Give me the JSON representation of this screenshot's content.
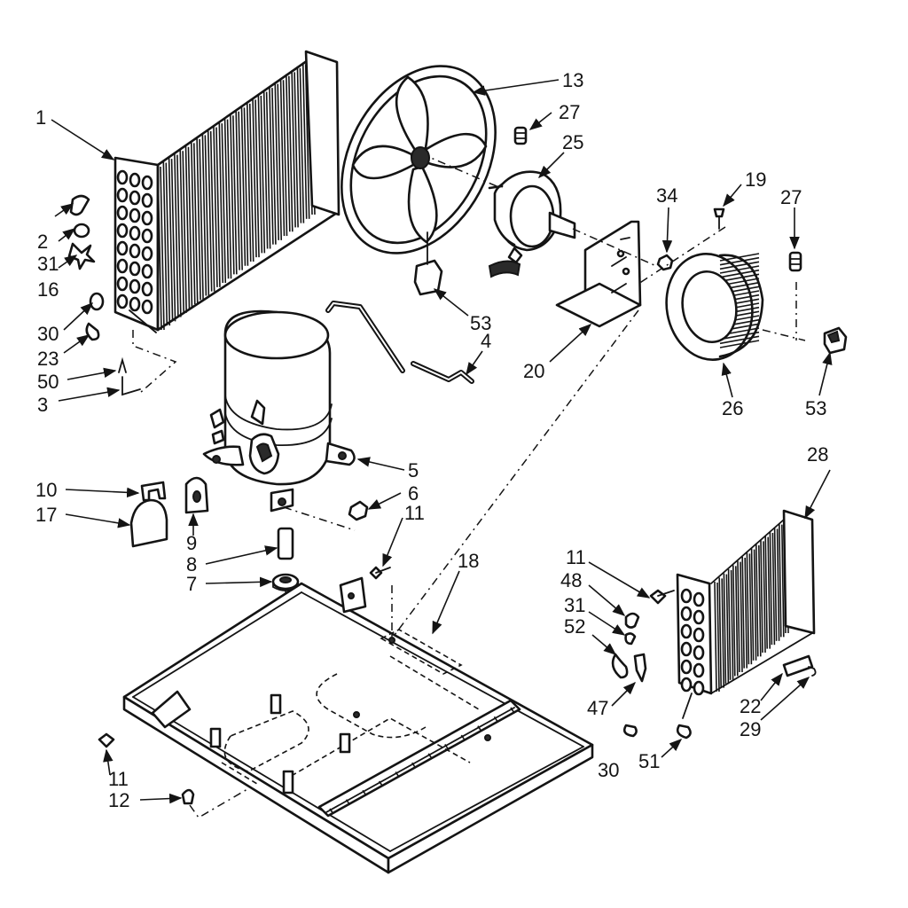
{
  "callouts": {
    "c1": "1",
    "c2": "2",
    "c31a": "31",
    "c16": "16",
    "c30a": "30",
    "c23": "23",
    "c50": "50",
    "c3": "3",
    "c13": "13",
    "c27a": "27",
    "c25": "25",
    "c34": "34",
    "c19": "19",
    "c27b": "27",
    "c53a": "53",
    "c4": "4",
    "c20": "20",
    "c26": "26",
    "c53b": "53",
    "c5": "5",
    "c6": "6",
    "c11a": "11",
    "c10": "10",
    "c17": "17",
    "c9": "9",
    "c8": "8",
    "c7": "7",
    "c18": "18",
    "c28": "28",
    "c11b": "11",
    "c48": "48",
    "c31b": "31",
    "c52": "52",
    "c47": "47",
    "c30b": "30",
    "c51": "51",
    "c22": "22",
    "c29": "29",
    "c11c": "11",
    "c12": "12"
  }
}
